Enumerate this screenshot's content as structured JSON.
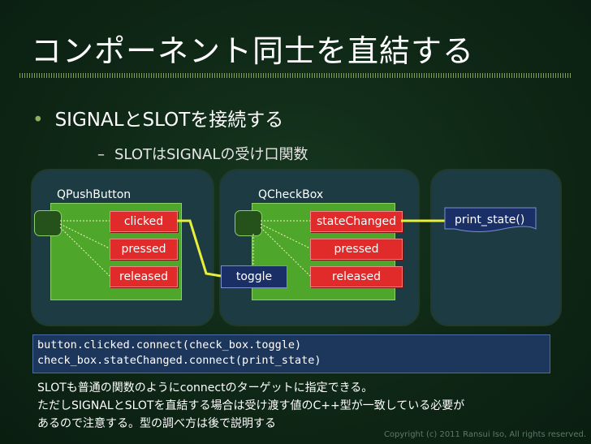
{
  "title": "コンポーネント同士を直結する",
  "bullets": {
    "level1": "SIGNALとSLOTを接続する",
    "level2": "SLOTはSIGNALの受け口関数"
  },
  "push_button": {
    "label": "QPushButton",
    "signals": [
      "clicked",
      "pressed",
      "released"
    ]
  },
  "check_box": {
    "label": "QCheckBox",
    "slot": "toggle",
    "signals": [
      "stateChanged",
      "pressed",
      "released"
    ]
  },
  "function_label": "print_state()",
  "code": [
    "button.clicked.connect(check_box.toggle)",
    "check_box.stateChanged.connect(print_state)"
  ],
  "notes": [
    "SLOTも普通の関数のようにconnectのターゲットに指定できる。",
    "ただしSIGNALとSLOTを直結する場合は受け渡す値のC++型が一致している必要が",
    "あるので注意する。型の調べ方は後で説明する"
  ],
  "copyright": "Copyright (c) 2011 Ransui Iso, All rights reserved.",
  "colors": {
    "background": "#0f2a17",
    "panel": "#1c3b43",
    "widget": "#4ea62a",
    "signal": "#e12a2a",
    "slot": "#1a2f66",
    "wire": "#e8ef3a",
    "function": "#1a2f66"
  }
}
